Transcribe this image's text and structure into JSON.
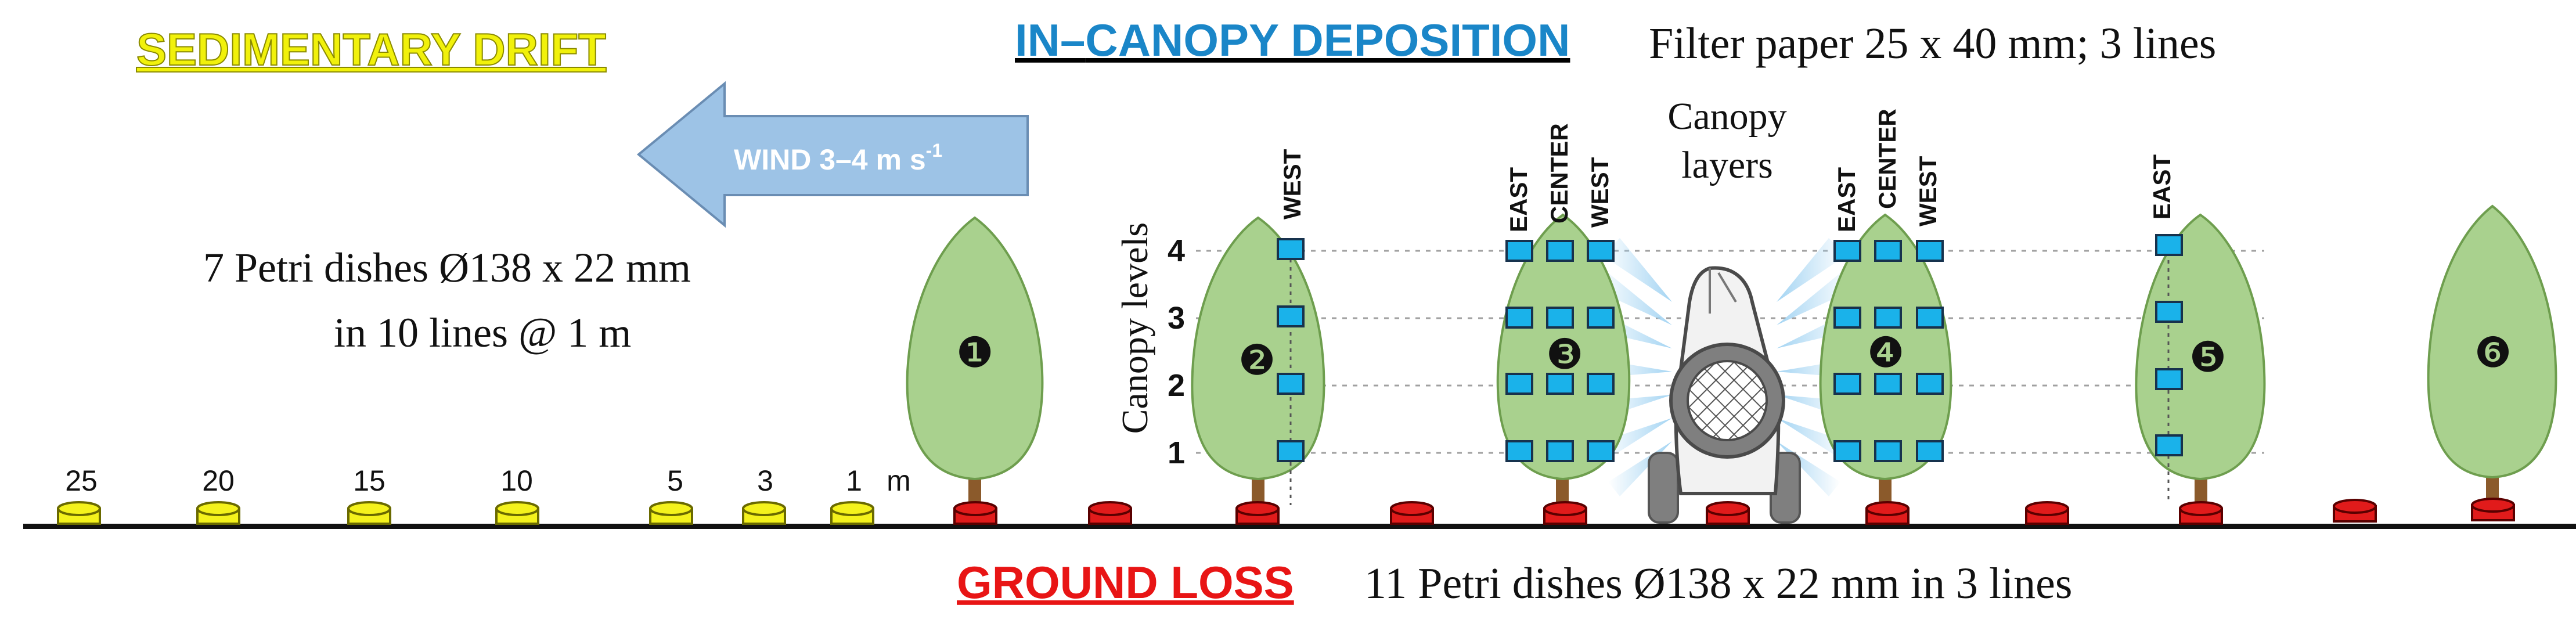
{
  "headings": {
    "sedimentary": "SEDIMENTARY  DRIFT",
    "in_prefix": "IN",
    "in_dash": "–",
    "canopy_deposition": "CANOPY DEPOSITION",
    "filter_paper": "Filter paper 25 x 40 mm;  3 lines",
    "ground_loss": "GROUND LOSS",
    "ground_desc": "11 Petri dishes Ø138 x 22 mm  in 3 lines"
  },
  "wind": {
    "label": "WIND 3–4 m s",
    "superscript": "-1"
  },
  "sedimentary_desc": {
    "line1": "7 Petri dishes Ø138 x 22 mm",
    "line2": "in 10 lines @ 1 m"
  },
  "canopy_layers": {
    "line1": "Canopy",
    "line2": "layers"
  },
  "canopy_levels": {
    "axis_label": "Canopy levels",
    "levels": [
      "4",
      "3",
      "2",
      "1"
    ]
  },
  "positions": {
    "west": "WEST",
    "east": "EAST",
    "center": "CENTER"
  },
  "distance_markers": [
    "25",
    "20",
    "15",
    "10",
    "5",
    "3",
    "1"
  ],
  "distance_unit": "m",
  "trees": [
    "❶",
    "❷",
    "❸",
    "❹",
    "❺",
    "❻"
  ],
  "colors": {
    "sedimentary_yellow": "#f1f10b",
    "deposition_blue": "#1a86c8",
    "ground_red": "#e81515",
    "tree_green": "#a9d18e",
    "filter_cyan": "#1ab2ea",
    "wind_arrow": "#9dc3e6",
    "petri_yellow": "#f4f21c",
    "petri_red": "#e11b1b"
  }
}
